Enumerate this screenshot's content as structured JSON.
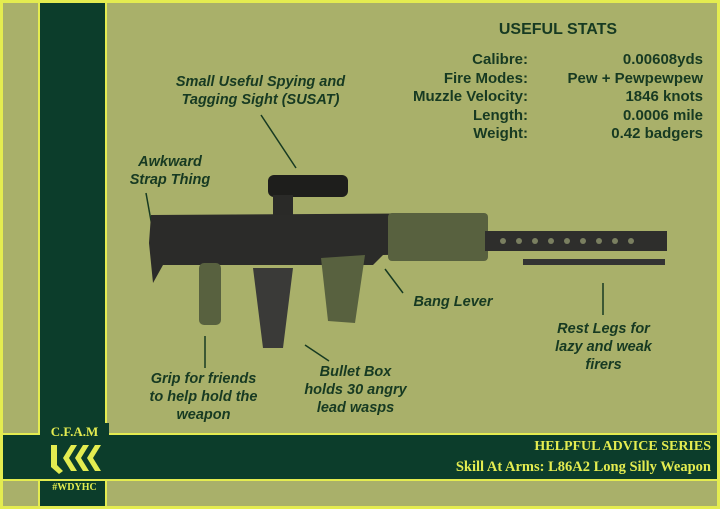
{
  "stats": {
    "title": "USEFUL STATS",
    "rows": [
      {
        "label": "Calibre:",
        "value": "0.00608yds"
      },
      {
        "label": "Fire Modes:",
        "value": "Pew + Pewpewpew"
      },
      {
        "label": "Muzzle Velocity:",
        "value": "1846 knots"
      },
      {
        "label": "Length:",
        "value": "0.0006 mile"
      },
      {
        "label": "Weight:",
        "value": "0.42 badgers"
      }
    ]
  },
  "labels": {
    "sight": [
      "Small Useful Spying and",
      "Tagging Sight (SUSAT)"
    ],
    "strap": [
      "Awkward",
      "Strap Thing"
    ],
    "trigger": "Bang Lever",
    "bipod": [
      "Rest Legs for",
      "lazy and weak",
      "firers"
    ],
    "grip": [
      "Grip for friends",
      "to help hold the",
      "weapon"
    ],
    "magazine": [
      "Bullet Box",
      "holds 30 angry",
      "lead wasps"
    ]
  },
  "logo": {
    "text": "C.F.A.M",
    "hashtag": "#WDYHC"
  },
  "footer": {
    "series": "HELPFUL ADVICE SERIES",
    "subtitle": "Skill At Arms: L86A2 Long Silly Weapon"
  },
  "colors": {
    "dark_green": "#0c3d2b",
    "olive": "#a9b06a",
    "yellow": "#e4ec50"
  }
}
